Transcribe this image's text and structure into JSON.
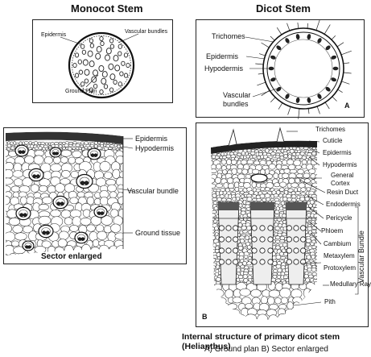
{
  "titles": {
    "monocot": "Monocot Stem",
    "dicot": "Dicot Stem"
  },
  "monocot_ground": {
    "epidermis": "Epidermis",
    "vascular_bundles": "Vascular bundles",
    "ground_plan": "Ground Plan"
  },
  "dicot_ground": {
    "trichomes": "Trichomes",
    "epidermis": "Epidermis",
    "hypodermis": "Hypodermis",
    "vascular_bundles_1": "Vascular",
    "vascular_bundles_2": "bundles",
    "letter": "A"
  },
  "monocot_sector": {
    "epidermis": "Epidermis",
    "hypodermis": "Hypodermis",
    "vascular_bundle": "Vascular bundle",
    "ground_tissue": "Ground tissue",
    "caption": "Sector enlarged"
  },
  "dicot_sector": {
    "trichomes": "Trichomes",
    "cuticle": "Cuticle",
    "epidermis": "Epidermis",
    "hypodermis": "Hypodermis",
    "general": "General",
    "cortex": "Cortex",
    "resin_duct": "Resin Duct",
    "endodermis": "Endodermis",
    "pericycle": "Pericycle",
    "phloem": "Phloem",
    "cambium": "Cambium",
    "metaxylem": "Metaxylem",
    "protoxylem": "Protoxylem",
    "vascular_bundle_side": "Vascular Bundle",
    "medullary_ray": "Medullary Ray",
    "pith": "Pith",
    "letter": "B"
  },
  "caption": {
    "line1": "Internal structure of primary dicot stem (Helianthus)",
    "line2": "A) Ground plan  B) Sector enlarged"
  }
}
